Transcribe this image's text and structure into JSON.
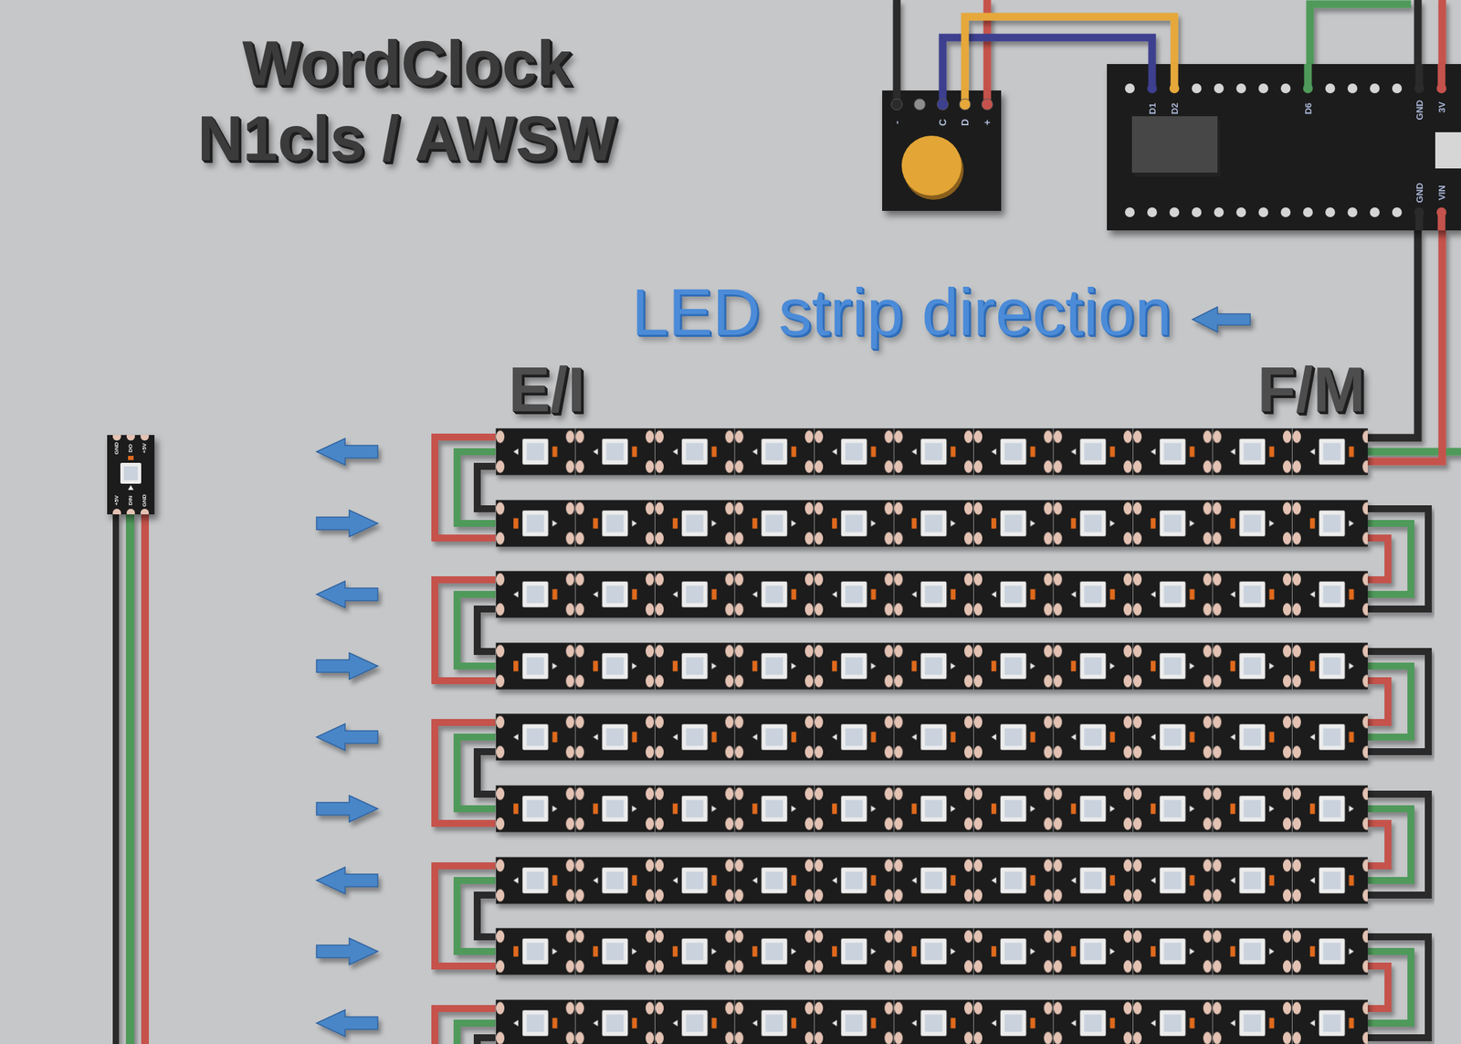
{
  "diagram": {
    "title": "WordClock N1cls / AWSW",
    "nodes": [
      {
        "text": [
          "-",
          "C",
          "D",
          "+"
        ]
      },
      {
        "text": [
          "D1",
          "D2",
          "D6",
          "GND",
          "3V",
          "GND",
          "VIN"
        ]
      },
      {
        "text": [
          "GND",
          "DO",
          "+5V",
          "+5V",
          "DIN",
          "GND"
        ]
      }
    ],
    "edges": [
      {
        "from": 0,
        "to": 1,
        "arrow": "none"
      },
      {
        "from": 0,
        "to": 1,
        "arrow": "none"
      }
    ],
    "labels": [
      "LED strip direction",
      "E/I",
      "F/M"
    ]
  }
}
